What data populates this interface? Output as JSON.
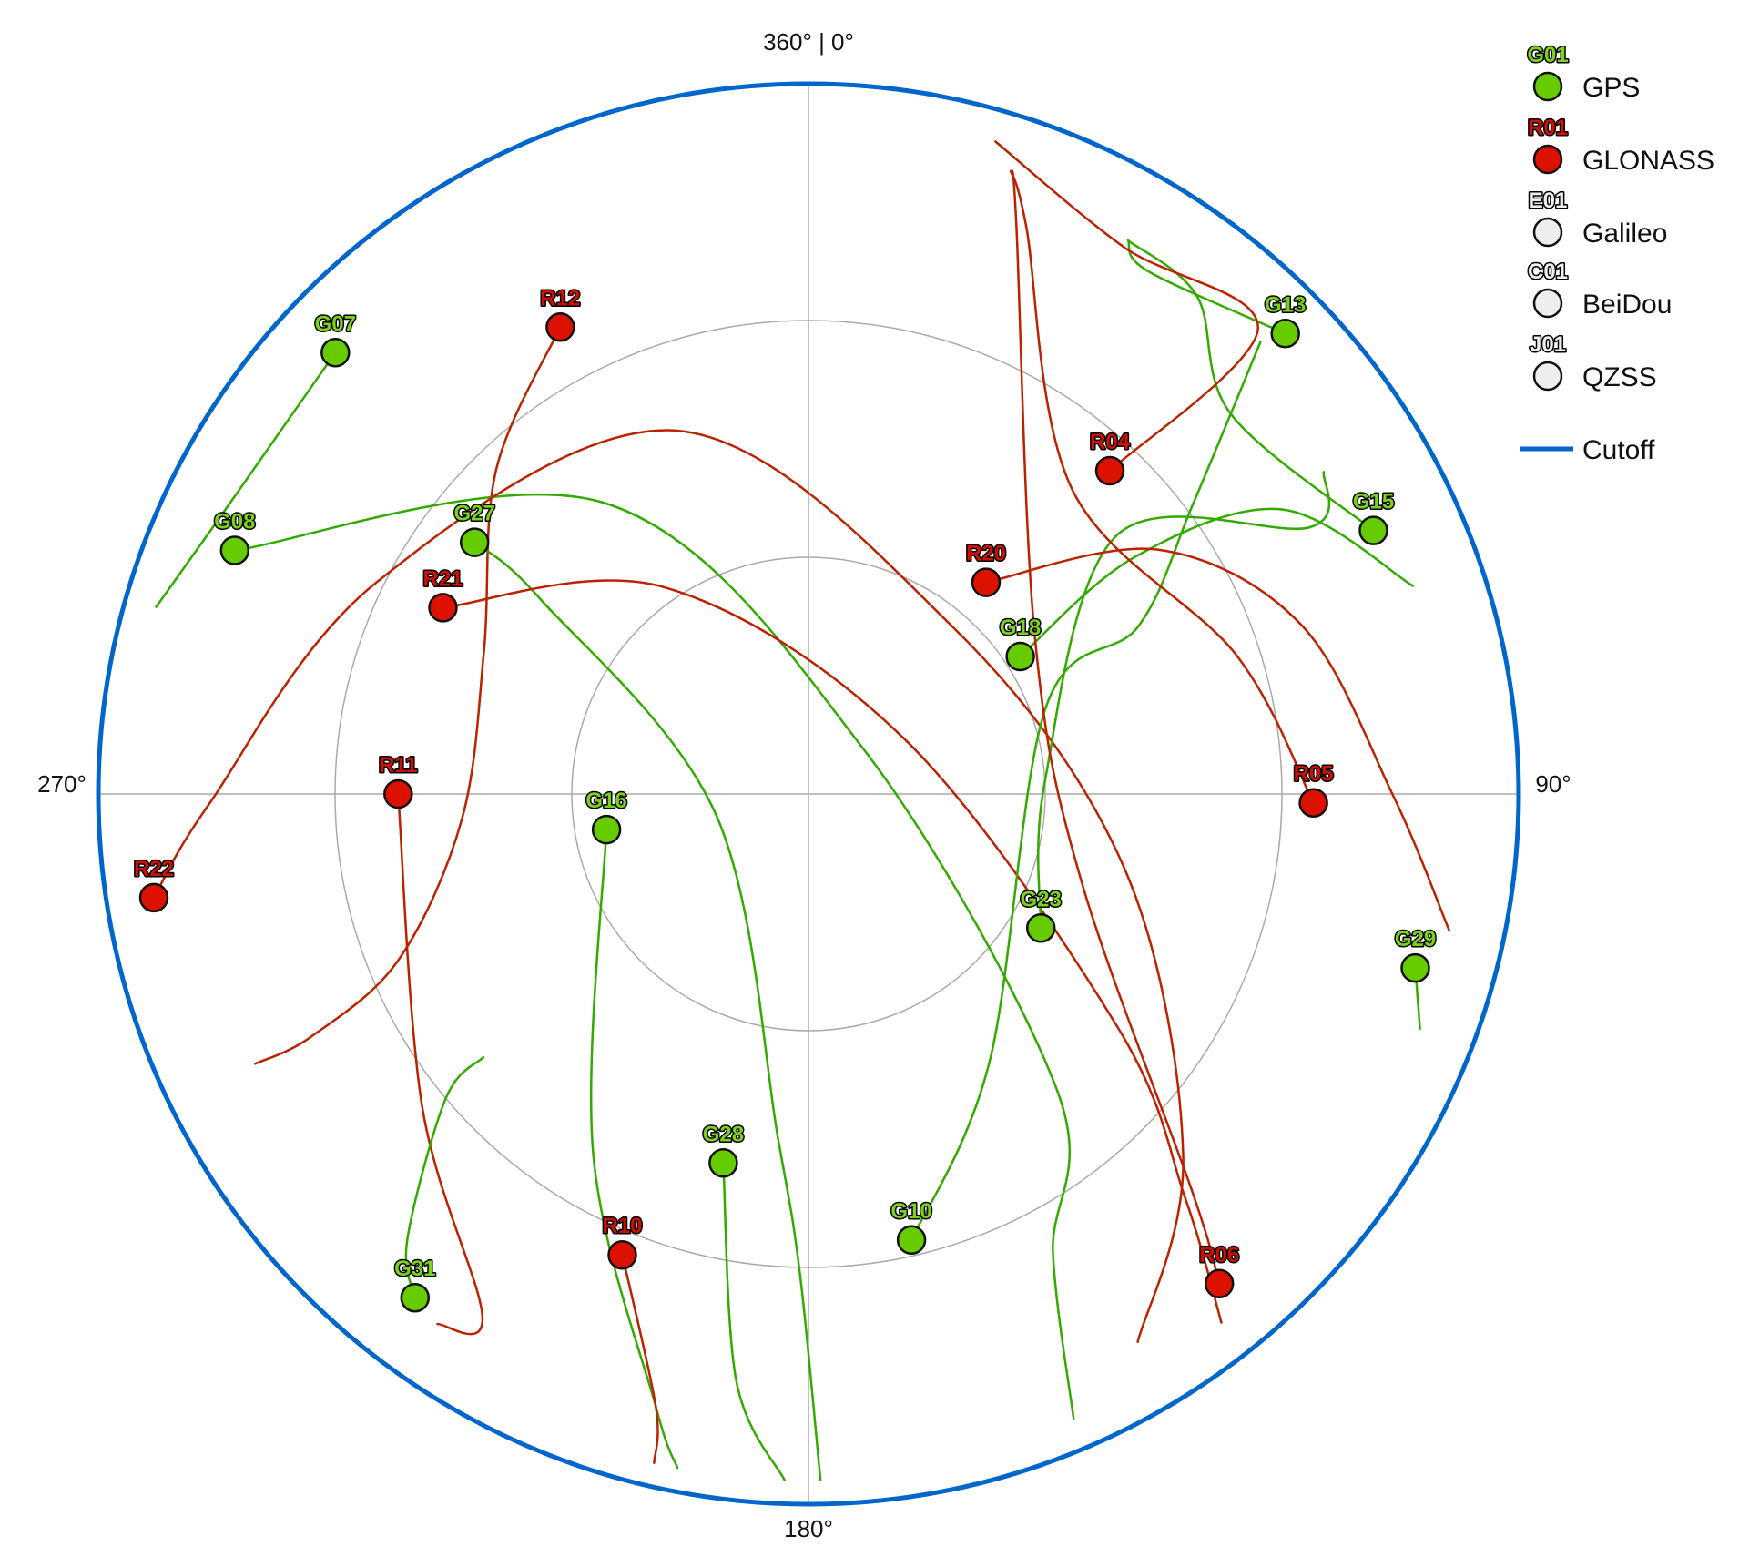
{
  "chart_data": {
    "type": "scatter",
    "subtype": "polar-skyplot",
    "radial_axis": "elevation",
    "elevation_rings_deg": [
      0,
      30,
      60
    ],
    "cutoff_elevation_deg": 0,
    "grid": true,
    "legend_placement": "top-right",
    "direction_labels": [
      {
        "azimuth": 0,
        "text": "360° | 0°"
      },
      {
        "azimuth": 90,
        "text": "90°"
      },
      {
        "azimuth": 180,
        "text": "180°"
      },
      {
        "azimuth": 270,
        "text": "270°"
      }
    ],
    "legend": [
      {
        "code": "G01",
        "name": "GPS",
        "color": "#66cc00",
        "label_color": "#7ad21a",
        "kind": "marker"
      },
      {
        "code": "R01",
        "name": "GLONASS",
        "color": "#dd1100",
        "label_color": "#cc1100",
        "kind": "marker"
      },
      {
        "code": "E01",
        "name": "Galileo",
        "color": "#eeeeee",
        "label_color": "#eeeeee",
        "kind": "marker"
      },
      {
        "code": "C01",
        "name": "BeiDou",
        "color": "#eeeeee",
        "label_color": "#eeeeee",
        "kind": "marker"
      },
      {
        "code": "J01",
        "name": "QZSS",
        "color": "#eeeeee",
        "label_color": "#eeeeee",
        "kind": "marker"
      },
      {
        "code": "",
        "name": "Cutoff",
        "color": "#0066cc",
        "kind": "line"
      }
    ],
    "colors": {
      "gps": "#66cc00",
      "gps_track": "#33aa00",
      "glonass": "#dd1100",
      "glonass_track": "#bb2200",
      "cutoff": "#0066cc",
      "grid": "#aaaaaa"
    },
    "satellites": [
      {
        "prn": "G07",
        "system": "GPS",
        "az": 313,
        "el": 8,
        "track": [
          [
            313,
            8
          ],
          [
            297,
            8
          ],
          [
            286,
            4
          ]
        ]
      },
      {
        "prn": "R12",
        "system": "GLONASS",
        "az": 332,
        "el": 23,
        "track": [
          [
            332,
            23
          ],
          [
            316,
            33
          ],
          [
            294,
            45
          ],
          [
            266,
            46
          ],
          [
            248,
            34
          ],
          [
            244,
            20
          ],
          [
            244,
            12
          ]
        ]
      },
      {
        "prn": "G08",
        "system": "GPS",
        "az": 293,
        "el": 11,
        "track": [
          [
            293,
            11
          ],
          [
            325,
            45
          ],
          [
            50,
            81
          ],
          [
            140,
            41
          ],
          [
            152,
            24
          ],
          [
            157,
            4
          ]
        ]
      },
      {
        "prn": "G27",
        "system": "GPS",
        "az": 307,
        "el": 37,
        "track": [
          [
            307,
            37
          ],
          [
            306,
            48
          ],
          [
            257,
            78
          ],
          [
            185,
            46
          ],
          [
            181,
            29
          ],
          [
            179,
            3
          ]
        ]
      },
      {
        "prn": "R21",
        "system": "GLONASS",
        "az": 297,
        "el": 38,
        "track": [
          [
            297,
            38
          ],
          [
            325,
            58
          ],
          [
            60,
            76
          ],
          [
            127,
            41
          ],
          [
            137,
            20
          ],
          [
            142,
            5
          ]
        ]
      },
      {
        "prn": "R11",
        "system": "GLONASS",
        "az": 270,
        "el": 38,
        "track": [
          [
            270,
            38
          ],
          [
            231,
            27
          ],
          [
            212,
            12
          ],
          [
            215,
            8
          ]
        ]
      },
      {
        "prn": "R22",
        "system": "GLONASS",
        "az": 261,
        "el": 6,
        "track": [
          [
            261,
            6
          ],
          [
            269,
            14
          ],
          [
            296,
            29
          ],
          [
            340,
            41
          ],
          [
            40,
            62
          ],
          [
            103,
            49
          ],
          [
            134,
            24
          ],
          [
            149,
            9
          ]
        ]
      },
      {
        "prn": "G16",
        "system": "GPS",
        "az": 260,
        "el": 64,
        "track": [
          [
            260,
            64
          ],
          [
            211,
            37
          ],
          [
            194,
            10
          ],
          [
            191,
            3
          ]
        ]
      },
      {
        "prn": "G28",
        "system": "GPS",
        "az": 193,
        "el": 42,
        "track": [
          [
            193,
            42
          ],
          [
            187,
            15
          ],
          [
            182,
            3
          ]
        ]
      },
      {
        "prn": "R10",
        "system": "GLONASS",
        "az": 202,
        "el": 27,
        "track": [
          [
            202,
            27
          ],
          [
            194,
            10
          ],
          [
            193,
            3
          ]
        ]
      },
      {
        "prn": "G31",
        "system": "GPS",
        "az": 218,
        "el": 9,
        "track": [
          [
            218,
            9
          ],
          [
            222,
            14
          ],
          [
            230,
            30
          ],
          [
            231,
            37
          ]
        ]
      },
      {
        "prn": "G10",
        "system": "GPS",
        "az": 167,
        "el": 32,
        "track": [
          [
            167,
            32
          ],
          [
            146,
            49
          ],
          [
            70,
            58
          ],
          [
            63,
            43
          ],
          [
            53,
            29
          ],
          [
            45,
            9
          ]
        ]
      },
      {
        "prn": "G18",
        "system": "GPS",
        "az": 57,
        "el": 58,
        "track": [
          [
            57,
            58
          ],
          [
            54,
            39
          ],
          [
            59,
            20
          ],
          [
            71,
            9
          ]
        ]
      },
      {
        "prn": "G23",
        "system": "GPS",
        "az": 120,
        "el": 56,
        "track": [
          [
            120,
            56
          ],
          [
            87,
            60
          ],
          [
            50,
            39
          ],
          [
            62,
            18
          ],
          [
            58,
            13
          ]
        ]
      },
      {
        "prn": "G13",
        "system": "GPS",
        "az": 46,
        "el": 6,
        "track": [
          [
            46,
            6
          ],
          [
            33,
            11
          ],
          [
            30,
            9
          ]
        ]
      },
      {
        "prn": "G15",
        "system": "GPS",
        "az": 65,
        "el": 11,
        "track": [
          [
            65,
            11
          ],
          [
            48,
            18
          ],
          [
            38,
            10
          ],
          [
            30,
            9
          ]
        ]
      },
      {
        "prn": "G29",
        "system": "GPS",
        "az": 106,
        "el": 10,
        "track": [
          [
            106,
            10
          ],
          [
            111,
            7
          ]
        ]
      },
      {
        "prn": "R04",
        "system": "GLONASS",
        "az": 43,
        "el": 34,
        "track": [
          [
            43,
            34
          ],
          [
            44,
            8
          ],
          [
            30,
            10
          ],
          [
            16,
            4
          ]
        ]
      },
      {
        "prn": "R20",
        "system": "GLONASS",
        "az": 40,
        "el": 55,
        "track": [
          [
            40,
            55
          ],
          [
            55,
            36
          ],
          [
            71,
            24
          ],
          [
            90,
            16
          ],
          [
            102,
            7
          ]
        ]
      },
      {
        "prn": "R05",
        "system": "GLONASS",
        "az": 91,
        "el": 26,
        "track": [
          [
            91,
            26
          ],
          [
            72,
            33
          ],
          [
            41,
            39
          ],
          [
            21,
            13
          ],
          [
            18,
            7
          ]
        ]
      },
      {
        "prn": "R06",
        "system": "GLONASS",
        "az": 140,
        "el": 9,
        "track": [
          [
            140,
            9
          ],
          [
            136,
            20
          ],
          [
            107,
            54
          ],
          [
            55,
            55
          ],
          [
            20,
            13
          ],
          [
            18,
            7
          ]
        ]
      }
    ]
  }
}
